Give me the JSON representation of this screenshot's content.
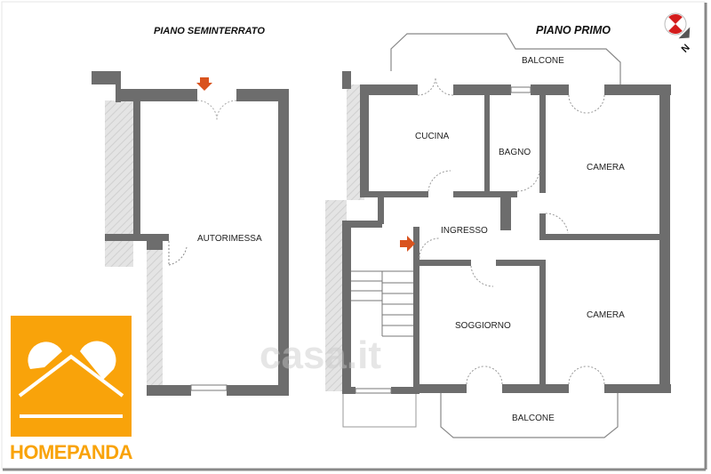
{
  "titles": {
    "left": "PIANO  SEMINTERRATO",
    "right": "PIANO  PRIMO"
  },
  "rooms": {
    "autorimessa": "AUTORIMESSA",
    "cucina": "CUCINA",
    "bagno": "BAGNO",
    "camera_top": "CAMERA",
    "camera_bottom": "CAMERA",
    "ingresso": "INGRESSO",
    "soggiorno": "SOGGIORNO",
    "balcone_top": "BALCONE",
    "balcone_bottom": "BALCONE"
  },
  "compass": {
    "label": "N"
  },
  "logo": {
    "text": "HOMEPANDA",
    "color": "#f9a30a"
  },
  "watermark": "casa.it",
  "colors": {
    "wall": "#6d6d6d",
    "arrow": "#d9531e"
  }
}
